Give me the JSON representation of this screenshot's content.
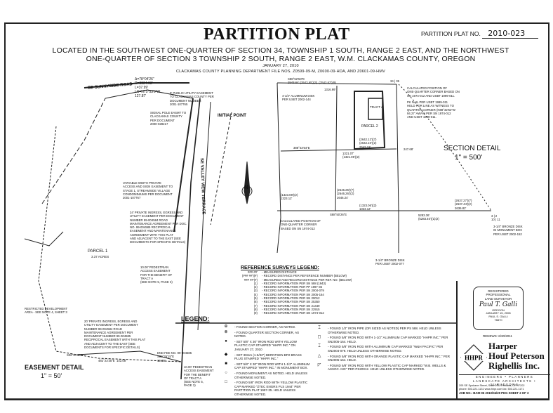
{
  "header": {
    "title": "PARTITION PLAT",
    "plat_no_label": "PARTITION PLAT NO.",
    "plat_no": "2010-023",
    "location_1": "LOCATED IN THE SOUTHWEST ONE-QUARTER OF SECTION 34, TOWNSHIP 1 SOUTH, RANGE 2 EAST, AND THE NORTHWEST",
    "location_2": "ONE-QUARTER OF SECTION 3 TOWNSHIP 2 SOUTH, RANGE 2 EAST, W.M. CLACKAMAS COUNTY, OREGON",
    "date": "JANUARY 27, 2010",
    "file_nos": "CLACKAMAS COUNTY PLANNING DEPARTMENT FILE NOS. Z0599-09-M, Z0600-09-HDA, AND Z0601-09-HMV"
  },
  "easement_detail": {
    "road": "SE SUNNYSIDE ROAD",
    "street": "SE VALLEY VIEW TERRACE",
    "initial_point": "INITIAL POINT",
    "parcel": "PARCEL 1",
    "parcel_area": "3.37 ACRES",
    "title": "EASEMENT DETAIL",
    "scale": "1\" = 50'",
    "curve1": "Δ=78°04'26\"\nR=3324.63'\nL=37.99'\nLC=N75°53'9\"W\n127.87'",
    "note_public": "5' PUBLIC UTILITY EASEMENT\nTO CLACKAMAS COUNTY PER\nDOCUMENT NUMBER\n2001-107765",
    "note_signal": "SIGNAL POLE EASMT TO\nCLACKAMAS COUNTY\nPER DOCUMENT\n2000-028217",
    "note_variable": "VARIABLE WIDTH PRIVATE\nACCESS AND SIGN EASEMENT TO\nSTAGE 1, STREAMSIDE VILLAGE\nCONDOMINIUMS PER DOCUMENT\n2001-107767",
    "note_24": "24' PRIVATE INGRESS, EGRESS AND\nUTILITY EASEMENT PER DOCUMENT\nNUMBER 99-004584 ROAD\nMAINTENANCE AGREEMENT PER DOC.\nNO. 99-004585 RECIPROCAL\nEASEMENT AND MAINTENANCE\nAGREEMENT WITH THIS PLAT\nAND ADJACENT TO THE EAST (SEE\nDOCUMENTS FOR SPECIFIC DETAILS)",
    "note_10": "10.00' PEDESTRIAN\nACCESS EASEMENT\nFOR THE BENEFIT OF\nTRACT A\n(SEE NOTE 5, PAGE 3)",
    "note_restricted": "RESTRICTED DEVELOPMENT\nAREA - SEE NOTE 4, SHEET 3",
    "note_20": "20' PRIVATE INGRESS, EGRESS AND\nUTILITY EASEMENT PER DOCUMENT\nNUMBER 99-004584 ROAD\nMAINTENANCE AGREEMENT PER\nDOCUMENT NUMBER 99-004585\nRECIPROCAL EASEMENT WITH THIS PLAT\nAND ADJACENT TO THE EAST (SEE\nDOCUMENTS FOR SPECIFIC DETAILS)",
    "fee_no": "END FEE NO. 99-004585\nS80°26'15\"E\n10.00'",
    "note_ped": "10.00' PEDESTRIAN\nACCESS EASEMENT\nFOR THE BENEFIT\nOF TRACT A\n(SEE NOTE 5,\nPAGE 3)",
    "dim1": "482°23'35\"E  142.08'",
    "dim2": "S06°54'46\"E"
  },
  "section_detail": {
    "title": "SECTION DETAIL",
    "scale": "1\" = 500'",
    "parcel2": "PARCEL 2",
    "tract": "TRACT A",
    "disk_nw": "4-1/4\" ALUMINUM DISK\nPER USBT 2002-144",
    "calc_ne": "CALCULATED POSITION OF\nONE-QUARTER CORNER BASED ON\nSN 1974-012 AND USBT 1999-011.",
    "pk_nail": "PK NAIL PER USBT 1999-011\nHELD FOR LINE AS WITNESS TO\nQUARTER CORNER (N88°32'52\"W\n94.27' AWAY) PER SN 1974-012\nAND USBT 1999-011.",
    "calc_sw": "CALCULATED POSITION OF\nONE-QUARTER CORNER\nBASED ON SN 1974-012",
    "disk_se": "3-1/4\" BRONZE DISK\nIN MONUMENT BOX\nPER USBT 2002-152",
    "disk_s": "3-1/4\" BRONZE DISK\nPER USBT 2002-077",
    "top_dims": "S88°52'53\"E\n2543.64' (2543.65')(3)  (2543.62')(9)",
    "d1316": "1316.99'",
    "d2642": "(2642.12')(7)\n(2642.10')(2)\n2642.12'",
    "d1321": "1321.07'\n(1321.05')(2)",
    "d2646": "(2646.25')(7)\n(2646.26')(2)\n2646.24'",
    "d1323": "(1323.08')(2)\n1323.12'",
    "d1323b": "(1323.06')(2)\n1323.12'",
    "dbot": "S88°50'26\"E",
    "d5283": "5283.36'\n(5283.40')(1)(2)",
    "d2637": "(2637.27')(7)\n(2637.44')(2)\n2636.82'",
    "d247": "247.68'",
    "d388": "388°43'54\"E",
    "north": "N",
    "corner_label": "3 | 2\n10 | 11",
    "corner_34": "34 | 35"
  },
  "reference_legend": {
    "title": "REFERENCE SURVEYS LEGEND:",
    "rows": [
      {
        "s": "### ##'",
        "t": "- MEASURED DISTANCE"
      },
      {
        "s": "(### ##')(#)",
        "t": "- RECORD DISTANCE PER REFERENCE NUMBER (BELOW)"
      },
      {
        "s": "### ##'(#)",
        "t": "- MEASURED AND RECORD DISTANCE PER REF. NO. (BELOW)"
      },
      {
        "s": "(1)",
        "t": "- RECORD INFORMATION PER SN 588 (1943)"
      },
      {
        "s": "(2)",
        "t": "- RECORD INFORMATION PER PP 1997-35"
      },
      {
        "s": "(3)",
        "t": "- RECORD INFORMATION PER SN 2004-079"
      },
      {
        "s": "(4)",
        "t": "- RECORD INFORMATION PER SN 2005-164"
      },
      {
        "s": "(5)",
        "t": "- RECORD INFORMATION PER SN 20012"
      },
      {
        "s": "(6)",
        "t": "- RECORD INFORMATION PER SN 25350"
      },
      {
        "s": "(7)",
        "t": "- RECORD INFORMATION PER SN 21449"
      },
      {
        "s": "(8)",
        "t": "- RECORD INFORMATION PER SN 22915"
      },
      {
        "s": "(9)",
        "t": "- RECORD INFORMATION PER SN 1974-012"
      }
    ]
  },
  "legend": {
    "title": "LEGEND:",
    "left": [
      {
        "g": "⊕",
        "t": "- FOUND SECTION CORNER, AS NOTED."
      },
      {
        "g": "⊗",
        "t": "- FOUND QUARTER SECTION CORNER, AS NOTED."
      },
      {
        "g": "●",
        "t": "- SET 5/8\" X 30\" IRON ROD WITH YELLOW PLASTIC CAP STAMPED \"HHPR INC.\" ON JANUARY 27, 2010"
      },
      {
        "g": "◆",
        "t": "- SET 30mm (1-5/32\") BERNTSEN BP2 BRASS PLUG STAMPED \"HHPR INC.\""
      },
      {
        "g": "■",
        "t": "- SET 5/8\" X 30\" IRON ROD WITH 1-1/2\" ALUMINUM CAP STAMPED \"HHPR INC.\" IN MONUMENT BOX."
      },
      {
        "g": "○",
        "t": "- FOUND MONUMENT AS NOTED. HELD UNLESS OTHERWISE NOTED."
      },
      {
        "g": "□",
        "t": "- FOUND 5/8\" IRON ROD WITH YELLOW PLASTIC CAP MARKED \"ZTEC ENGRS PLS 1944\" PER PARTITION PLAT 1997-35. HELD UNLESS OTHERWISE NOTED."
      }
    ],
    "right": [
      {
        "g": "⌶",
        "t": "- FOUND 1/2\" IRON PIPE (OR SIZED AS NOTED) PER PS 588. HELD UNLESS OTHERWISE NOTED."
      },
      {
        "g": "◻",
        "t": "- FOUND 5/8\" IRON ROD WITH 1-1/2\" ALUMINUM CAP MARKED \"HHPR INC.\" PER SN2005-164. HELD."
      },
      {
        "g": "⌶",
        "t": "- FOUND 5/8\" IRON ROD WITH ALUMINUM CAP MARKED \"W&H PACIFIC\" PER SN2004-079. HELD UNLESS OTHERWISE NOTED."
      },
      {
        "g": "△",
        "t": "- FOUND 5/8\" IRON ROD WITH ORANGE PLASTIC CAP MARKED \"HHPR INC.\" PER SN2005-164. HELD."
      },
      {
        "g": "◸",
        "t": "- FOUND 5/8\" IRON ROD WITH YELLOW PLASTIC CAP MARKED \"W.B. WELLS & ASSOC. INC\" PER PS20012. HELD UNLESS OTHERWISE NOTED."
      }
    ]
  },
  "title_block": {
    "stamp_top": "REGISTERED\nPROFESSIONAL\nLAND SURVEYOR",
    "signature": "Paul T. Galli",
    "stamp_bottom": "OREGON\nJANUARY 15, 2008\nPAUL S. GALLI\n78870",
    "renews": "RENEWS: 6/30/2011",
    "logo": "HHPR",
    "firm_1": "Harper",
    "firm_2": "Houf Peterson",
    "firm_3": "Righellis Inc.",
    "disciplines_1": "ENGINEERS • PLANNERS",
    "disciplines_2": "LANDSCAPE ARCHITECTS • SURVEYORS",
    "address": "205 SE Spokane Street,  Suite 200,  Portland, OR 97202",
    "phone": "phone: 503.221.1131   www.hhpr.com   fax: 503.221.1171",
    "job": "JOB NO.: BAM-06   2010/04/29   PDG   SHEET 2 OF 3"
  }
}
